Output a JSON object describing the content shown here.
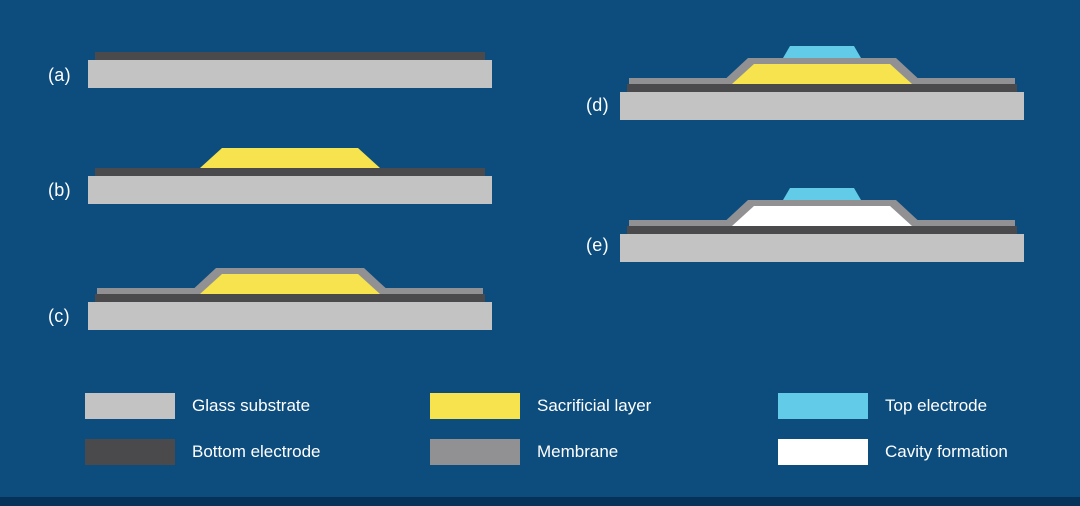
{
  "figure": {
    "type": "process-diagram",
    "description": "Layered microfabrication process steps (a) through (e) with material legend"
  },
  "steps": [
    {
      "label": "(a)",
      "layers": [
        "Glass substrate",
        "Bottom electrode"
      ]
    },
    {
      "label": "(b)",
      "layers": [
        "Glass substrate",
        "Bottom electrode",
        "Sacrificial layer"
      ]
    },
    {
      "label": "(c)",
      "layers": [
        "Glass substrate",
        "Bottom electrode",
        "Sacrificial layer",
        "Membrane"
      ]
    },
    {
      "label": "(d)",
      "layers": [
        "Glass substrate",
        "Bottom electrode",
        "Sacrificial layer",
        "Membrane",
        "Top electrode"
      ]
    },
    {
      "label": "(e)",
      "layers": [
        "Glass substrate",
        "Bottom electrode",
        "Cavity formation",
        "Membrane",
        "Top electrode"
      ]
    }
  ],
  "legend": [
    {
      "label": "Glass substrate"
    },
    {
      "label": "Bottom electrode"
    },
    {
      "label": "Sacrificial layer"
    },
    {
      "label": "Membrane"
    },
    {
      "label": "Top electrode"
    },
    {
      "label": "Cavity formation"
    }
  ],
  "palette": {
    "substrate": "#c3c3c3",
    "bottom_electrode": "#4a4a4c",
    "sacrificial": "#f6e34d",
    "membrane": "#919194",
    "top_electrode": "#62cbe8",
    "cavity": "#ffffff",
    "background": "#0d4d7e",
    "footer_bar": "#063158",
    "text": "#ffffff"
  }
}
